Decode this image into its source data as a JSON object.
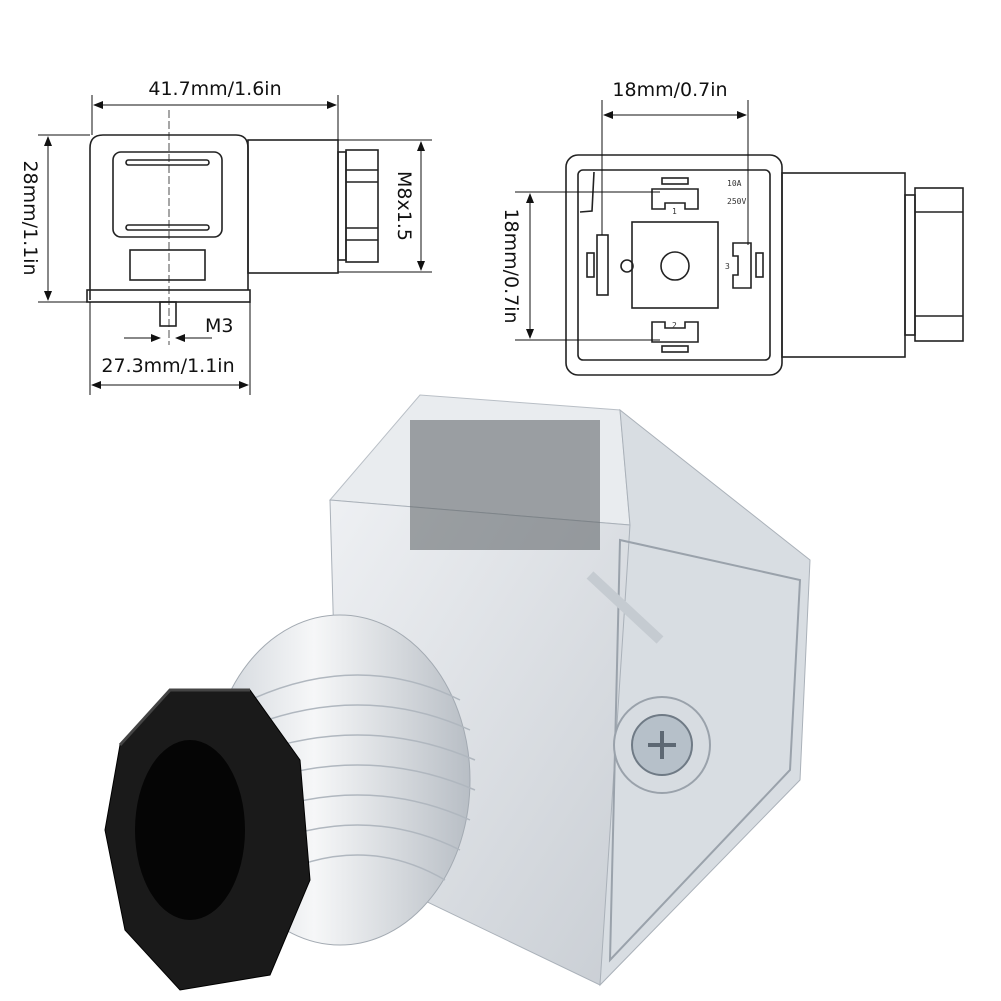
{
  "side_view": {
    "width_label": "41.7mm/1.6in",
    "height_label": "28mm/1.1in",
    "thread_label": "M8x1.5",
    "screw_label": "M3",
    "base_width_label": "27.3mm/1.1in"
  },
  "front_view": {
    "width_label": "18mm/0.7in",
    "height_label": "18mm/0.7in",
    "rating_current": "10A",
    "rating_voltage": "250V",
    "pin_1": "1",
    "pin_2": "2",
    "pin_3": "3"
  },
  "colors": {
    "line": "#222222",
    "nut": "#1a1a1a",
    "housing": "#dfe3e8"
  }
}
